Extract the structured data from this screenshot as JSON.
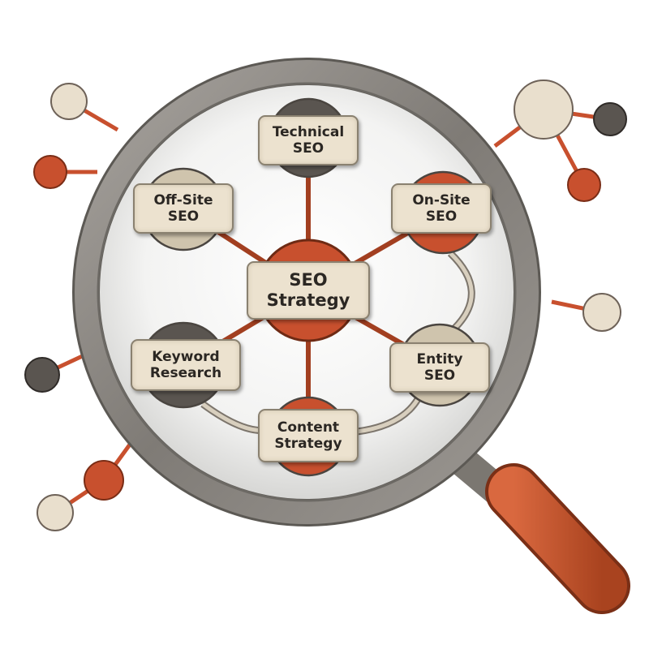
{
  "diagram": {
    "center": {
      "label": "SEO\nStrategy"
    },
    "nodes": [
      {
        "id": "technical-seo",
        "label": "Technical\nSEO"
      },
      {
        "id": "on-site-seo",
        "label": "On-Site\nSEO"
      },
      {
        "id": "off-site-seo",
        "label": "Off-Site\nSEO"
      },
      {
        "id": "keyword-research",
        "label": "Keyword\nResearch"
      },
      {
        "id": "entity-seo",
        "label": "Entity\nSEO"
      },
      {
        "id": "content-strategy",
        "label": "Content\nStrategy"
      }
    ]
  },
  "colors": {
    "rust": "#c8502e",
    "charcoal": "#5a5550",
    "beige": "#cfc4ad",
    "cream": "#e9dfcd",
    "box_fill": "#ece2cf",
    "rim": "#8e8a85",
    "handle": "#c4562f",
    "connector_light": "#d8cfbe"
  }
}
